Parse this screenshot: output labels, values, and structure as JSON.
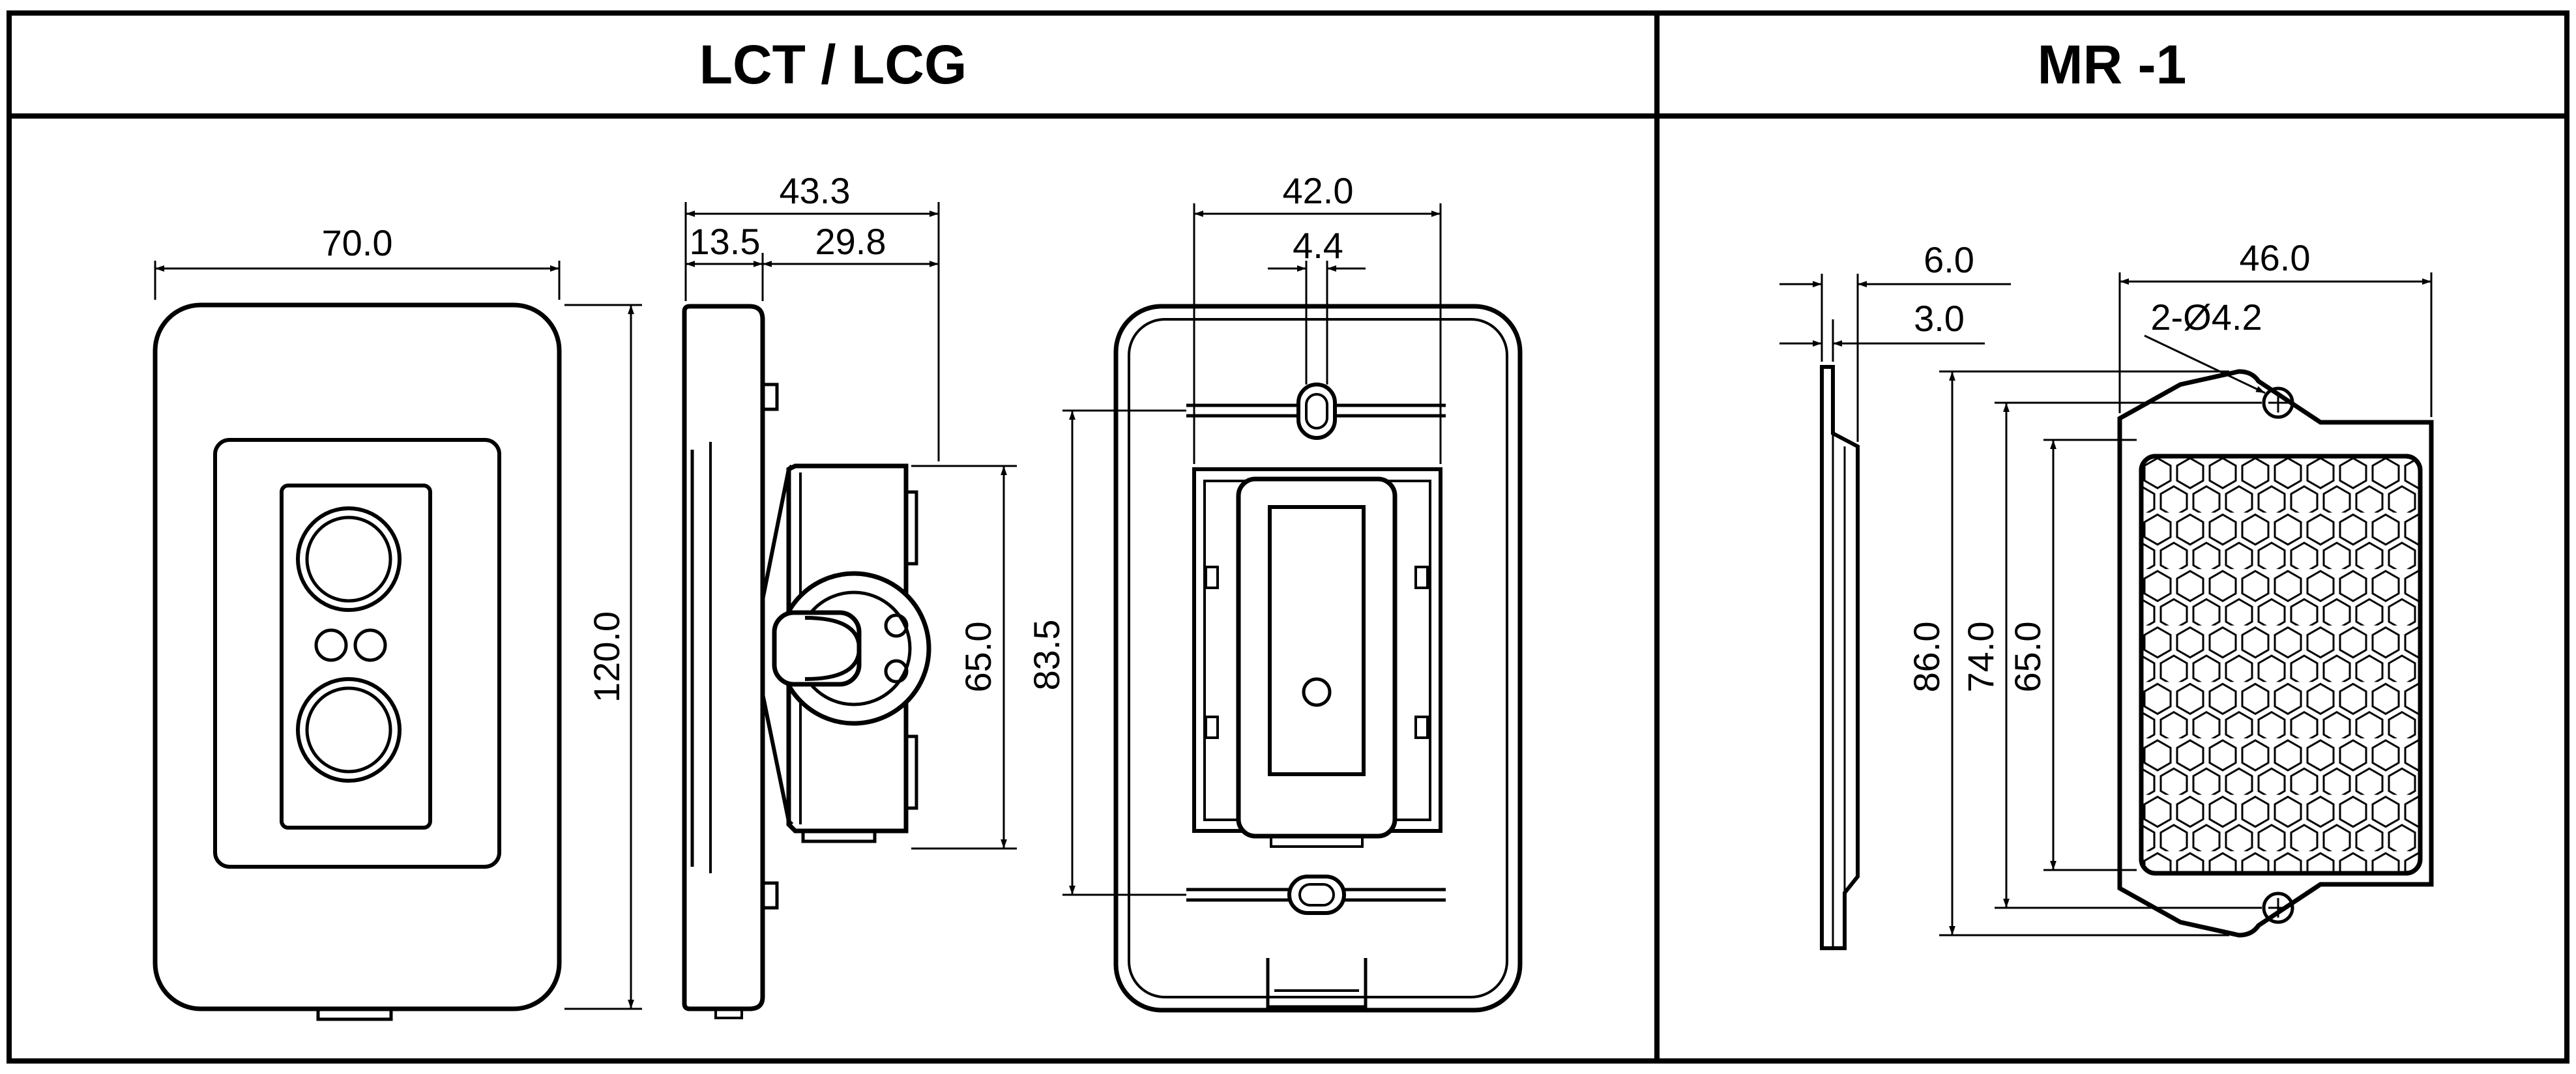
{
  "headers": {
    "left": "LCT / LCG",
    "right": "MR -1"
  },
  "lct": {
    "front": {
      "width": "70.0",
      "height": "120.0"
    },
    "side": {
      "depth_total": "43.3",
      "depth_front": "13.5",
      "depth_rear": "29.8",
      "bracket_height": "65.0"
    },
    "back": {
      "width": "42.0",
      "slot_width": "4.4",
      "hole_pitch": "83.5"
    }
  },
  "mr1": {
    "side": {
      "thickness": "6.0",
      "plate": "3.0"
    },
    "front": {
      "width": "46.0",
      "hole": "2-Ø4.2",
      "height_total": "86.0",
      "hole_pitch": "74.0",
      "reflector_height": "65.0"
    }
  }
}
